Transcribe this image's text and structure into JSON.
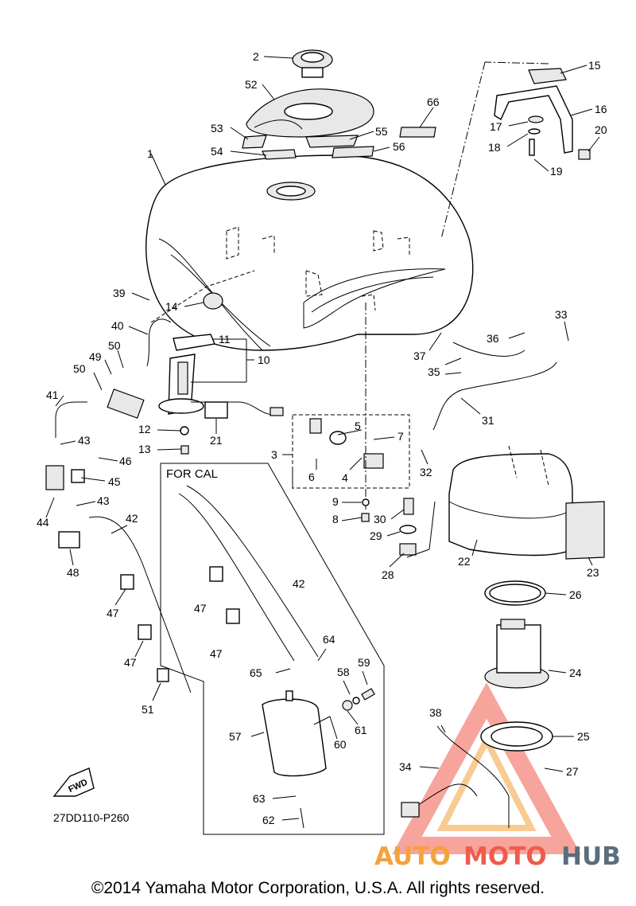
{
  "diagram_code": "27DD110-P260",
  "for_cal_label": "FOR CAL",
  "fwd_label": "FWD",
  "brand": {
    "auto": "AUTO",
    "moto": "MOTO",
    "hub": "HUB",
    "color_auto": "#f4a23c",
    "color_moto": "#ef5b4c",
    "color_hub": "#5a6e7c"
  },
  "copyright": "©2014 Yamaha Motor Corporation, U.S.A. All rights reserved.",
  "callouts": [
    "1",
    "2",
    "3",
    "4",
    "5",
    "6",
    "7",
    "8",
    "9",
    "10",
    "11",
    "12",
    "13",
    "14",
    "15",
    "16",
    "17",
    "18",
    "19",
    "20",
    "21",
    "22",
    "23",
    "24",
    "25",
    "26",
    "27",
    "28",
    "29",
    "30",
    "31",
    "32",
    "33",
    "34",
    "35",
    "36",
    "37",
    "38",
    "39",
    "40",
    "41",
    "42",
    "42",
    "43",
    "43",
    "44",
    "45",
    "46",
    "47",
    "47",
    "47",
    "47",
    "48",
    "49",
    "50",
    "50",
    "51",
    "52",
    "53",
    "54",
    "55",
    "56",
    "57",
    "58",
    "59",
    "60",
    "61",
    "62",
    "63",
    "64",
    "65",
    "66"
  ]
}
